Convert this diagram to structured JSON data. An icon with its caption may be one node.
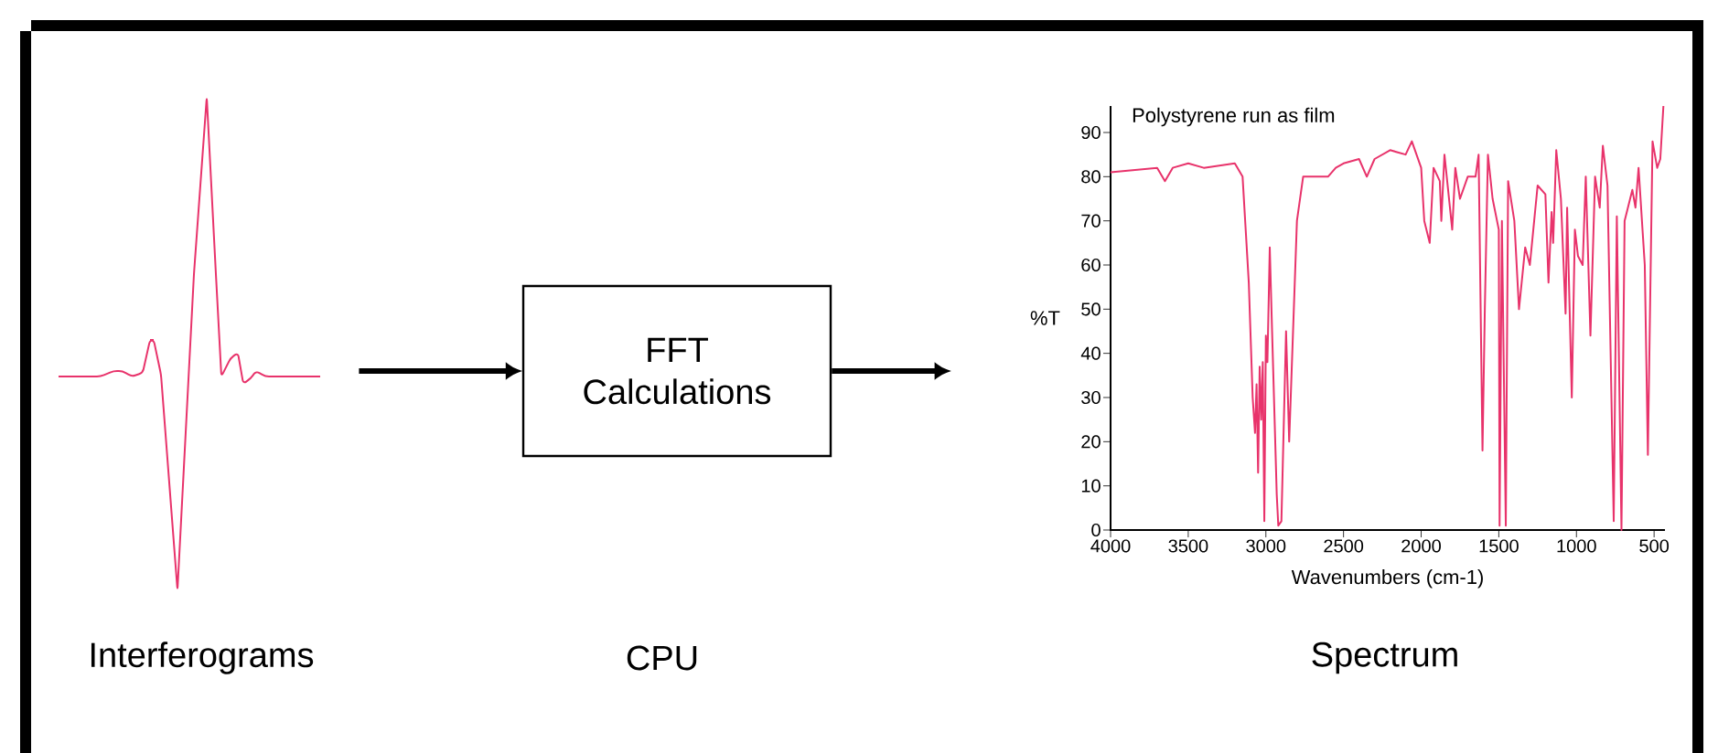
{
  "diagram": {
    "nodes": [
      {
        "text": [],
        "shape": "picture",
        "beside": [
          "Interferograms"
        ]
      },
      {
        "text": [
          "FFT Calculations"
        ]
      },
      {
        "text": [],
        "shape": "picture",
        "beside": [
          "Spectrum"
        ]
      }
    ],
    "edges": [
      {
        "from": 0,
        "to": 1,
        "arrow": "to"
      },
      {
        "from": 1,
        "to": 2,
        "arrow": "to"
      }
    ],
    "labels": [
      "CPU"
    ],
    "chart_data": {
      "type": "line",
      "title": "Polystyrene run as film",
      "xlabel": "Wavenumbers (cm-1)",
      "ylabel": "%T",
      "x": [
        4000,
        3700,
        3650,
        3600,
        3500,
        3400,
        3200,
        3150,
        3110,
        3085,
        3070,
        3060,
        3050,
        3040,
        3030,
        3020,
        3010,
        3000,
        2990,
        2975,
        2960,
        2930,
        2920,
        2900,
        2870,
        2850,
        2800,
        2760,
        2700,
        2600,
        2550,
        2500,
        2400,
        2350,
        2300,
        2200,
        2100,
        2060,
        2000,
        1980,
        1945,
        1920,
        1880,
        1870,
        1850,
        1800,
        1780,
        1750,
        1700,
        1650,
        1630,
        1605,
        1590,
        1570,
        1540,
        1500,
        1495,
        1480,
        1455,
        1440,
        1400,
        1370,
        1330,
        1300,
        1250,
        1200,
        1180,
        1160,
        1150,
        1130,
        1100,
        1070,
        1060,
        1030,
        1010,
        990,
        960,
        940,
        910,
        880,
        850,
        830,
        800,
        760,
        740,
        710,
        690,
        640,
        620,
        600,
        560,
        540,
        510,
        480,
        460,
        440
      ],
      "series": [
        {
          "color": "#e8336b",
          "values": [
            81,
            82,
            79,
            82,
            83,
            82,
            83,
            80,
            56,
            30,
            22,
            33,
            13,
            37,
            25,
            38,
            2,
            44,
            38,
            64,
            45,
            8,
            1,
            2,
            45,
            20,
            70,
            80,
            80,
            80,
            82,
            83,
            84,
            80,
            84,
            86,
            85,
            88,
            82,
            70,
            65,
            82,
            79,
            70,
            85,
            68,
            82,
            75,
            80,
            80,
            85,
            18,
            50,
            85,
            75,
            68,
            1,
            70,
            1,
            79,
            70,
            50,
            64,
            60,
            78,
            76,
            56,
            72,
            65,
            86,
            75,
            49,
            73,
            30,
            68,
            62,
            60,
            80,
            44,
            80,
            73,
            87,
            78,
            2,
            71,
            0,
            70,
            77,
            73,
            82,
            60,
            17,
            88,
            82,
            84,
            96
          ]
        }
      ],
      "xlim": [
        4000,
        430
      ],
      "ylim": [
        0,
        96
      ],
      "xticks": [
        4000,
        3500,
        3000,
        2500,
        2000,
        1500,
        1000,
        500
      ],
      "yticks": [
        0,
        10,
        20,
        30,
        40,
        50,
        60,
        70,
        80,
        90
      ]
    }
  }
}
